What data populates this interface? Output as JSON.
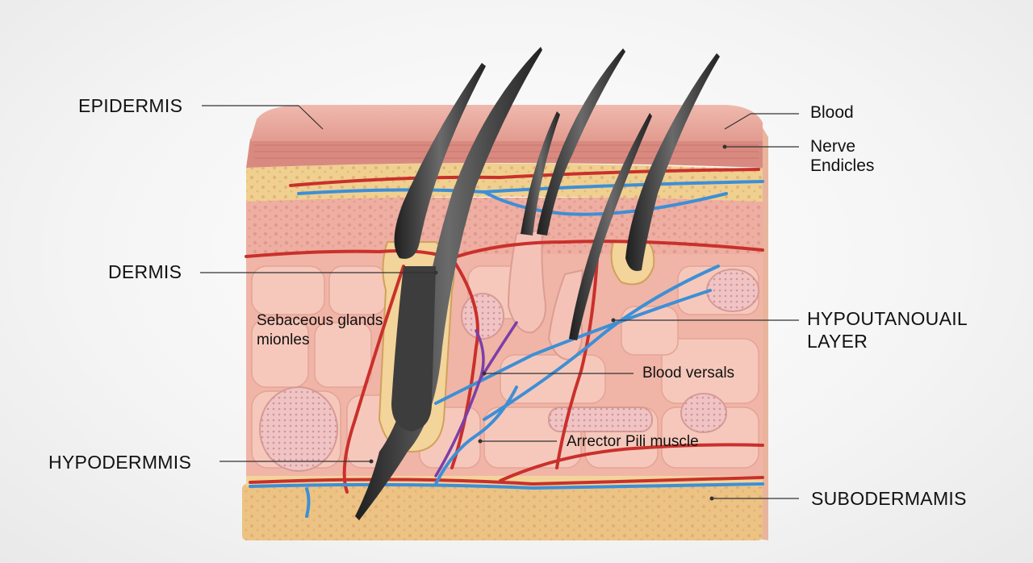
{
  "labels": {
    "epidermis": "EPIDERMIS",
    "dermis": "DERMIS",
    "hypodermis": "HYPODERMMIS",
    "blood": "Blood",
    "nerve_line1": "Nerve",
    "nerve_line2": "Endicles",
    "hypo_line1": "HYPOUTANOUAIL",
    "hypo_line2": "LAYER",
    "subodermamis": "SUBODERMAMIS",
    "sebaceous_line1": "Sebaceous glands",
    "sebaceous_line2": "mionles",
    "blood_vessels": "Blood versals",
    "arrector": "Arrector Pili muscle"
  },
  "colors": {
    "epidermis_top": "#e8a79c",
    "epidermis_dark": "#d8857b",
    "yellow_band": "#efd08f",
    "dermis_pink": "#f1b7a8",
    "dermis_cell": "#f5c6b8",
    "fat_yellow": "#eec482",
    "artery_red": "#c9302c",
    "vein_blue": "#3d8fd6",
    "nerve_purple": "#7b3fa8",
    "hair_dark": "#3a3a3a"
  }
}
